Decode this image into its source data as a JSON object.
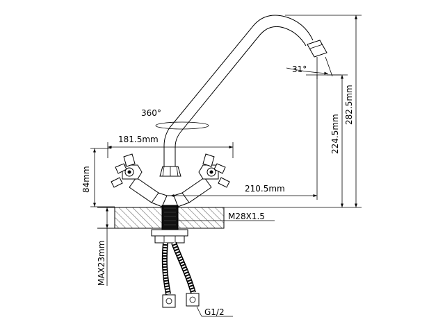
{
  "drawing": {
    "dimensions": {
      "rotation": "360°",
      "handle_spacing": "181.5mm",
      "spout_reach": "210.5mm",
      "handle_height": "84mm",
      "spout_outlet_height": "224.5mm",
      "total_height": "282.5mm",
      "spout_angle": "31°",
      "mount_thread": "M28X1.5",
      "max_counter_thickness": "MAX23mm",
      "hose_thread": "G1/2"
    }
  }
}
